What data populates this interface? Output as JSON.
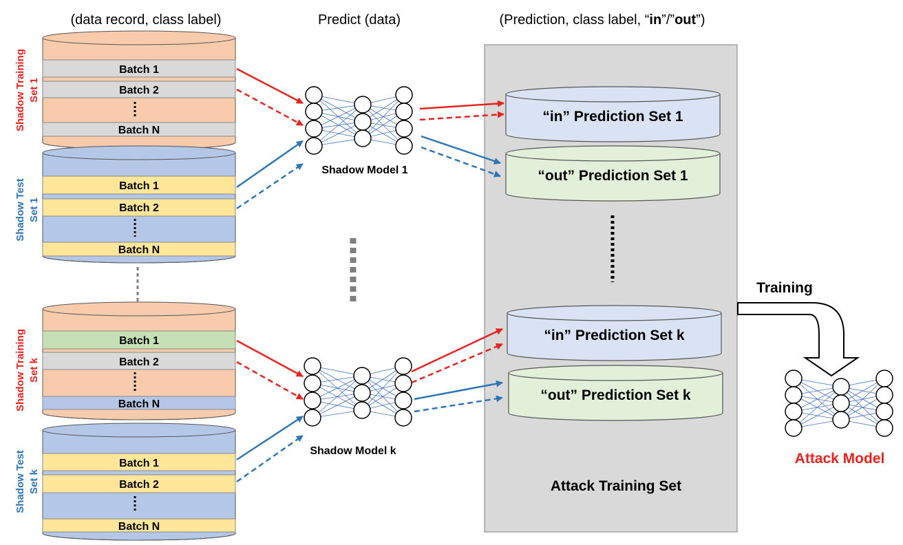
{
  "headers": {
    "left": "(data record, class label)",
    "middle": "Predict (data)",
    "right_prefix": "(Prediction, class label, “",
    "right_in": "in",
    "right_sep": "”/”",
    "right_out": "out",
    "right_suffix": "”)"
  },
  "datasets": [
    {
      "label_line1": "Shadow Training",
      "label_line2": "Set 1",
      "label_color": "#e8231f",
      "batches": [
        "Batch 1",
        "Batch 2",
        "Batch N"
      ]
    },
    {
      "label_line1": "Shadow Test",
      "label_line2": "Set 1",
      "label_color": "#2e75b6",
      "batches": [
        "Batch 1",
        "Batch 2",
        "Batch N"
      ]
    },
    {
      "label_line1": "Shadow Training",
      "label_line2": "Set k",
      "label_color": "#e8231f",
      "batches": [
        "Batch 1",
        "Batch 2",
        "Batch N"
      ]
    },
    {
      "label_line1": "Shadow Test",
      "label_line2": "Set k",
      "label_color": "#2e75b6",
      "batches": [
        "Batch 1",
        "Batch 2",
        "Batch N"
      ]
    }
  ],
  "models": [
    "Shadow Model 1",
    "Shadow Model k"
  ],
  "prediction_sets": [
    "“in” Prediction Set 1",
    "“out” Prediction Set 1",
    "“in” Prediction Set k",
    "“out” Prediction Set k"
  ],
  "attack_training_set": "Attack Training Set",
  "training_label": "Training",
  "attack_model": "Attack Model",
  "colors": {
    "red": "#e8231f",
    "blue": "#2e75b6",
    "salmon": "#f7cbac",
    "grey_band": "#d9d9d9",
    "blue_fill": "#b4c7e7",
    "yellow_band": "#ffe699",
    "green_band": "#c5e0b4",
    "pred_in": "#dae3f3",
    "pred_out": "#e2f0d9",
    "panel": "#d9d9d9",
    "net_edge": "#4472c4"
  }
}
